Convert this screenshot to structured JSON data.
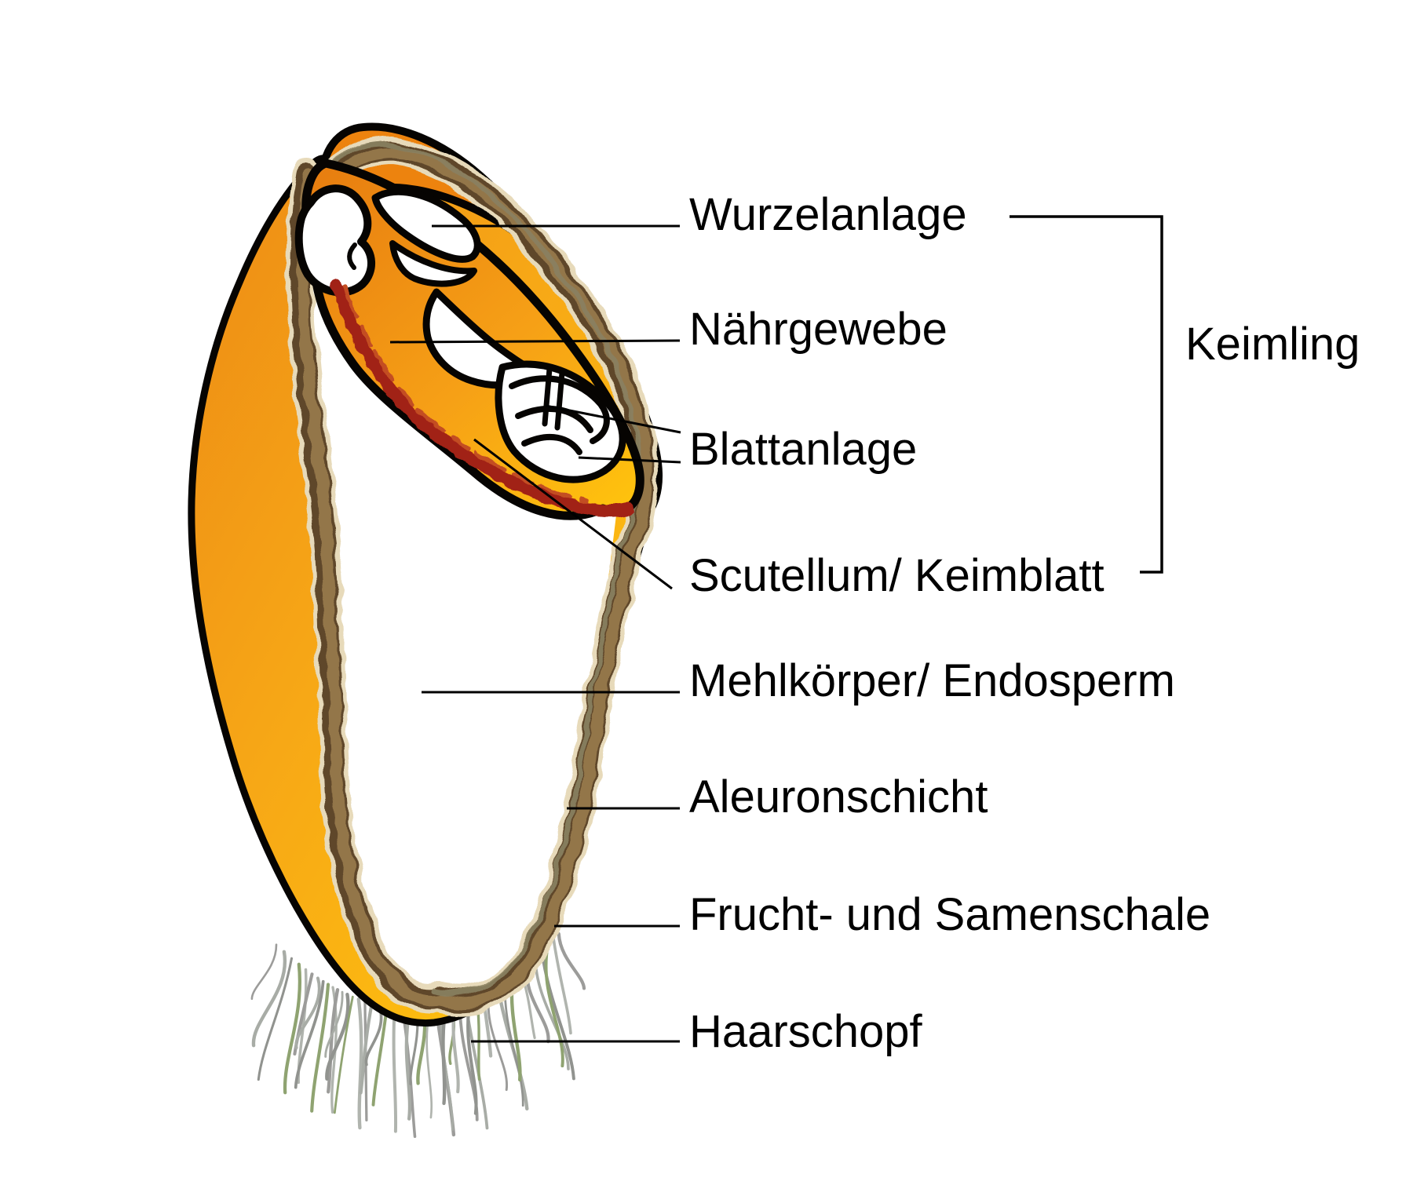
{
  "labels": {
    "wurzelanlage": "Wurzelanlage",
    "naehrgewebe": "Nährgewebe",
    "blattanlage": "Blattanlage",
    "scutellum": "Scutellum/ Keimblatt",
    "mehlkoerper": "Mehlkörper/ Endosperm",
    "aleuronschicht": "Aleuronschicht",
    "fruchtschale": "Frucht- und Samenschale",
    "haarschopf": "Haarschopf",
    "keimling": "Keimling"
  },
  "colors": {
    "flesh_orange": "#EE8E15",
    "flesh_gold": "#FFC30D",
    "cap_orange": "#ED830E",
    "embryo_orange": "#E87F10",
    "bran_cream": "#E7DABA",
    "bran_mid_brown": "#93764A",
    "bran_dark_brown": "#5F462A",
    "bran_olive": "#8A8160",
    "scutellum_red": "#A12017",
    "hair_gray": "#9C9C9A",
    "line_black": "#000000",
    "endosperm_white": "#FFFFFF"
  }
}
